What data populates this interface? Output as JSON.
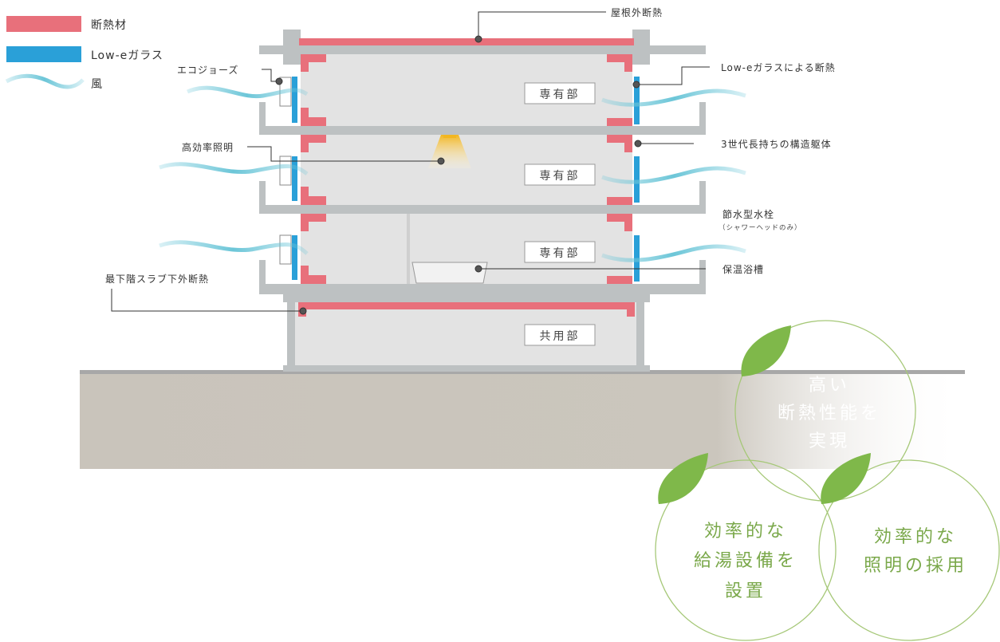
{
  "legend": {
    "insulation": "断熱材",
    "glass": "Low-eガラス",
    "wind": "風"
  },
  "colors": {
    "insulation": "#e8707b",
    "glass": "#2aa0d8",
    "wind": "#6cc6d8",
    "concrete": "#bdc1c2",
    "room": "#e3e3e3",
    "ground": "#cdc8bf",
    "leaf": "#7fb84a",
    "circle": "#a6c878"
  },
  "callouts": {
    "roof": "屋根外断熱",
    "lowe": "Low-eガラスによる断熱",
    "structure": "3世代長持ちの構造躯体",
    "faucet": "節水型水栓",
    "faucet_note": "（シャワーヘッドのみ）",
    "bath": "保温浴槽",
    "ecojoze": "エコジョーズ",
    "lighting": "高効率照明",
    "slab": "最下階スラブ下外断熱"
  },
  "rooms": [
    "専有部",
    "専有部",
    "専有部",
    "共用部"
  ],
  "circles": {
    "top": [
      "高い",
      "断熱性能を",
      "実現"
    ],
    "left": [
      "効率的な",
      "給湯設備を",
      "設置"
    ],
    "right": [
      "効率的な",
      "照明の採用"
    ]
  }
}
